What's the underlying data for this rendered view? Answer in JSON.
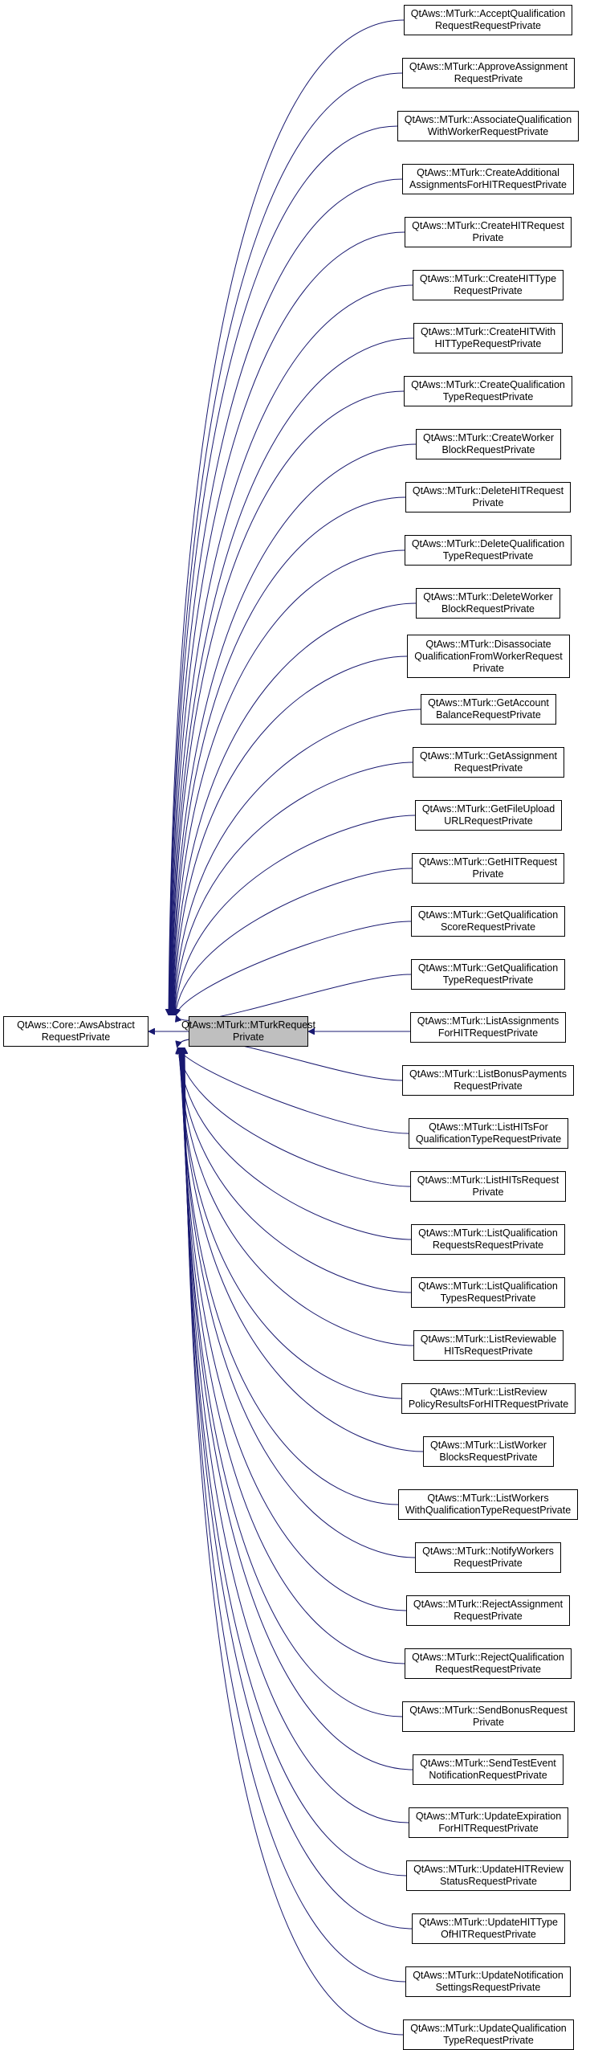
{
  "colors": {
    "edge": "#191970",
    "node_border": "#000000",
    "node_fill": "#ffffff",
    "highlight_fill": "#bfbfbf"
  },
  "base_class": {
    "lines": [
      "QtAws::Core::AwsAbstract",
      "RequestPrivate"
    ]
  },
  "focus_class": {
    "lines": [
      "QtAws::MTurk::MTurkRequest",
      "Private"
    ]
  },
  "derived_classes": [
    {
      "lines": [
        "QtAws::MTurk::AcceptQualification",
        "RequestRequestPrivate"
      ]
    },
    {
      "lines": [
        "QtAws::MTurk::ApproveAssignment",
        "RequestPrivate"
      ]
    },
    {
      "lines": [
        "QtAws::MTurk::AssociateQualification",
        "WithWorkerRequestPrivate"
      ]
    },
    {
      "lines": [
        "QtAws::MTurk::CreateAdditional",
        "AssignmentsForHITRequestPrivate"
      ]
    },
    {
      "lines": [
        "QtAws::MTurk::CreateHITRequest",
        "Private"
      ]
    },
    {
      "lines": [
        "QtAws::MTurk::CreateHITType",
        "RequestPrivate"
      ]
    },
    {
      "lines": [
        "QtAws::MTurk::CreateHITWith",
        "HITTypeRequestPrivate"
      ]
    },
    {
      "lines": [
        "QtAws::MTurk::CreateQualification",
        "TypeRequestPrivate"
      ]
    },
    {
      "lines": [
        "QtAws::MTurk::CreateWorker",
        "BlockRequestPrivate"
      ]
    },
    {
      "lines": [
        "QtAws::MTurk::DeleteHITRequest",
        "Private"
      ]
    },
    {
      "lines": [
        "QtAws::MTurk::DeleteQualification",
        "TypeRequestPrivate"
      ]
    },
    {
      "lines": [
        "QtAws::MTurk::DeleteWorker",
        "BlockRequestPrivate"
      ]
    },
    {
      "lines": [
        "QtAws::MTurk::Disassociate",
        "QualificationFromWorkerRequest",
        "Private"
      ]
    },
    {
      "lines": [
        "QtAws::MTurk::GetAccount",
        "BalanceRequestPrivate"
      ]
    },
    {
      "lines": [
        "QtAws::MTurk::GetAssignment",
        "RequestPrivate"
      ]
    },
    {
      "lines": [
        "QtAws::MTurk::GetFileUpload",
        "URLRequestPrivate"
      ]
    },
    {
      "lines": [
        "QtAws::MTurk::GetHITRequest",
        "Private"
      ]
    },
    {
      "lines": [
        "QtAws::MTurk::GetQualification",
        "ScoreRequestPrivate"
      ]
    },
    {
      "lines": [
        "QtAws::MTurk::GetQualification",
        "TypeRequestPrivate"
      ]
    },
    {
      "lines": [
        "QtAws::MTurk::ListAssignments",
        "ForHITRequestPrivate"
      ]
    },
    {
      "lines": [
        "QtAws::MTurk::ListBonusPayments",
        "RequestPrivate"
      ]
    },
    {
      "lines": [
        "QtAws::MTurk::ListHITsFor",
        "QualificationTypeRequestPrivate"
      ]
    },
    {
      "lines": [
        "QtAws::MTurk::ListHITsRequest",
        "Private"
      ]
    },
    {
      "lines": [
        "QtAws::MTurk::ListQualification",
        "RequestsRequestPrivate"
      ]
    },
    {
      "lines": [
        "QtAws::MTurk::ListQualification",
        "TypesRequestPrivate"
      ]
    },
    {
      "lines": [
        "QtAws::MTurk::ListReviewable",
        "HITsRequestPrivate"
      ]
    },
    {
      "lines": [
        "QtAws::MTurk::ListReview",
        "PolicyResultsForHITRequestPrivate"
      ]
    },
    {
      "lines": [
        "QtAws::MTurk::ListWorker",
        "BlocksRequestPrivate"
      ]
    },
    {
      "lines": [
        "QtAws::MTurk::ListWorkers",
        "WithQualificationTypeRequestPrivate"
      ]
    },
    {
      "lines": [
        "QtAws::MTurk::NotifyWorkers",
        "RequestPrivate"
      ]
    },
    {
      "lines": [
        "QtAws::MTurk::RejectAssignment",
        "RequestPrivate"
      ]
    },
    {
      "lines": [
        "QtAws::MTurk::RejectQualification",
        "RequestRequestPrivate"
      ]
    },
    {
      "lines": [
        "QtAws::MTurk::SendBonusRequest",
        "Private"
      ]
    },
    {
      "lines": [
        "QtAws::MTurk::SendTestEvent",
        "NotificationRequestPrivate"
      ]
    },
    {
      "lines": [
        "QtAws::MTurk::UpdateExpiration",
        "ForHITRequestPrivate"
      ]
    },
    {
      "lines": [
        "QtAws::MTurk::UpdateHITReview",
        "StatusRequestPrivate"
      ]
    },
    {
      "lines": [
        "QtAws::MTurk::UpdateHITType",
        "OfHITRequestPrivate"
      ]
    },
    {
      "lines": [
        "QtAws::MTurk::UpdateNotification",
        "SettingsRequestPrivate"
      ]
    },
    {
      "lines": [
        "QtAws::MTurk::UpdateQualification",
        "TypeRequestPrivate"
      ]
    }
  ]
}
